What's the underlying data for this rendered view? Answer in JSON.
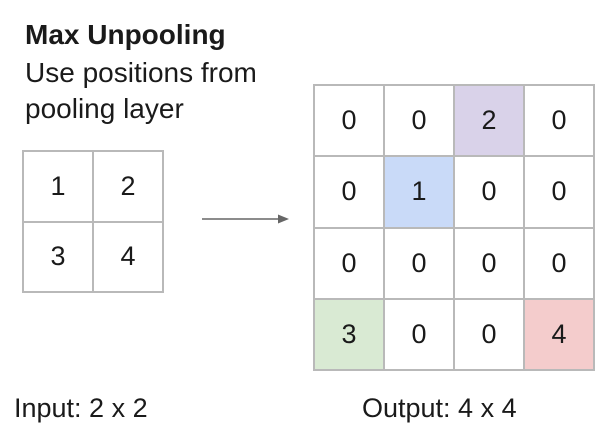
{
  "title": "Max Unpooling",
  "subtitle_line1": "Use positions from",
  "subtitle_line2": "pooling layer",
  "input": {
    "caption": "Input: 2 x 2",
    "cells": [
      "1",
      "2",
      "3",
      "4"
    ]
  },
  "output": {
    "caption": "Output: 4 x 4",
    "cells": [
      {
        "value": "0",
        "color": "#ffffff"
      },
      {
        "value": "0",
        "color": "#ffffff"
      },
      {
        "value": "2",
        "color": "#d9d2e9"
      },
      {
        "value": "0",
        "color": "#ffffff"
      },
      {
        "value": "0",
        "color": "#ffffff"
      },
      {
        "value": "1",
        "color": "#c9daf8"
      },
      {
        "value": "0",
        "color": "#ffffff"
      },
      {
        "value": "0",
        "color": "#ffffff"
      },
      {
        "value": "0",
        "color": "#ffffff"
      },
      {
        "value": "0",
        "color": "#ffffff"
      },
      {
        "value": "0",
        "color": "#ffffff"
      },
      {
        "value": "0",
        "color": "#ffffff"
      },
      {
        "value": "3",
        "color": "#d9ead3"
      },
      {
        "value": "0",
        "color": "#ffffff"
      },
      {
        "value": "0",
        "color": "#ffffff"
      },
      {
        "value": "4",
        "color": "#f4cccc"
      }
    ]
  },
  "arrow_color": "#666666"
}
